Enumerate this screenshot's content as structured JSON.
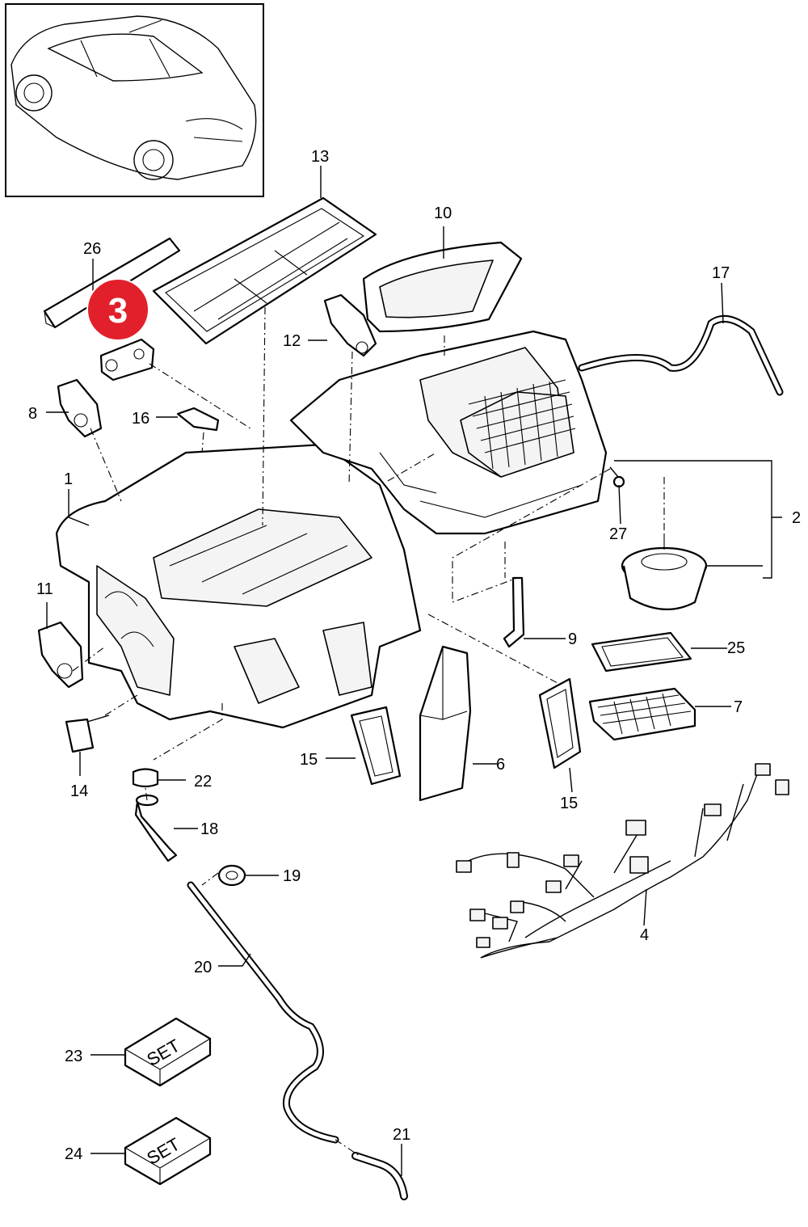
{
  "labels": {
    "p1": "1",
    "p2": "2",
    "p4": "4",
    "p6": "6",
    "p7": "7",
    "p8": "8",
    "p9": "9",
    "p10": "10",
    "p11": "11",
    "p12": "12",
    "p13": "13",
    "p14": "14",
    "p15a": "15",
    "p15b": "15",
    "p16": "16",
    "p17": "17",
    "p18": "18",
    "p19": "19",
    "p20": "20",
    "p21": "21",
    "p22": "22",
    "p23": "23",
    "p24": "24",
    "p25": "25",
    "p26": "26",
    "p27": "27"
  },
  "set_text": {
    "s23": "SET",
    "s24": "SET"
  },
  "badge": {
    "value": "3",
    "color": "#e2202c"
  },
  "colors": {
    "line": "#000000",
    "background": "#ffffff"
  }
}
